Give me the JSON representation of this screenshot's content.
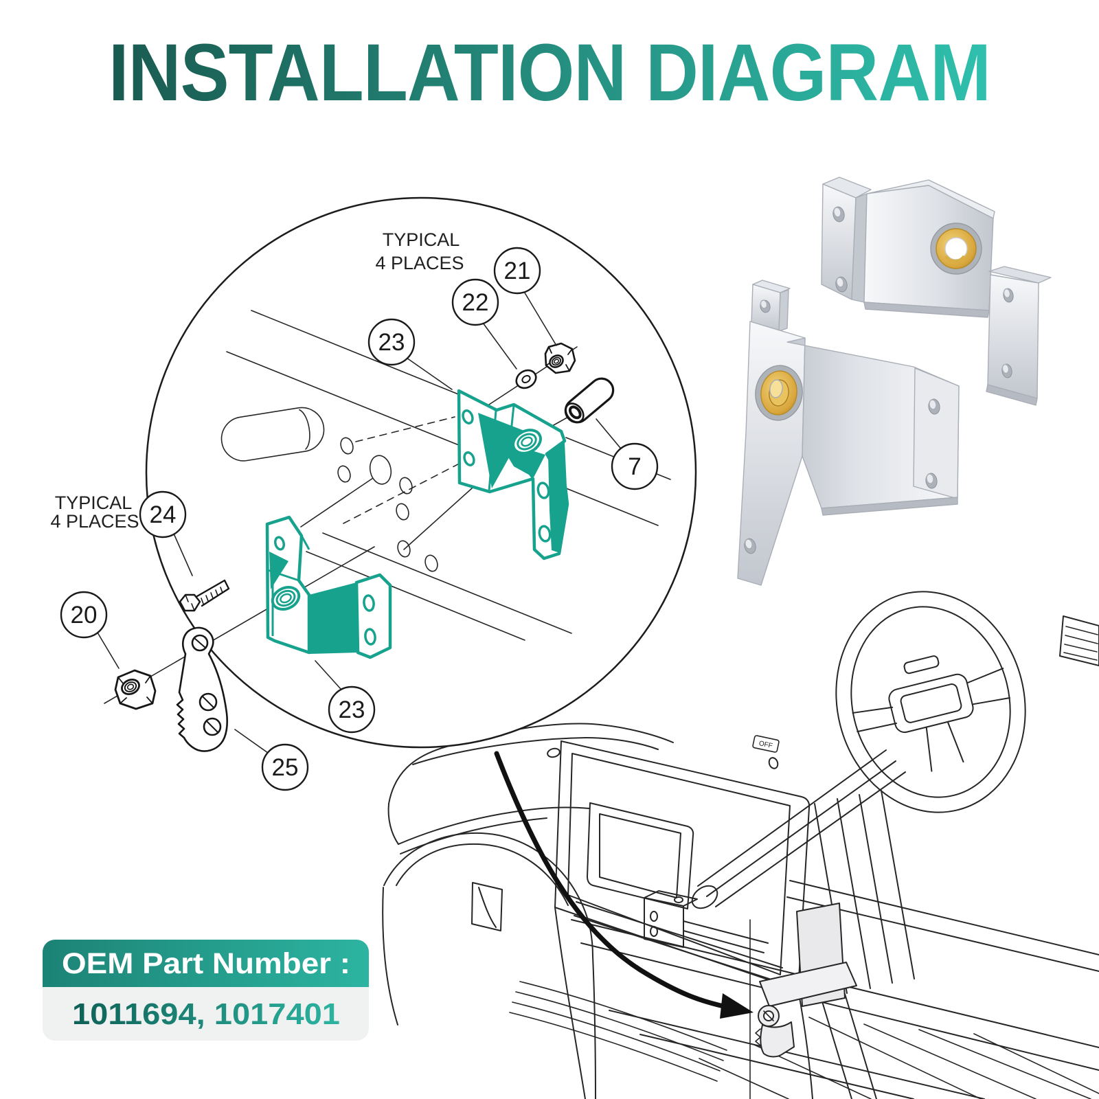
{
  "title": "INSTALLATION DIAGRAM",
  "labels": {
    "typical_top_line1": "TYPICAL",
    "typical_top_line2": "4 PLACES",
    "typical_left_line1": "TYPICAL",
    "typical_left_line2": "4 PLACES",
    "off_label": "OFF"
  },
  "callouts": [
    {
      "num": "21"
    },
    {
      "num": "22"
    },
    {
      "num": "23"
    },
    {
      "num": "7"
    },
    {
      "num": "24"
    },
    {
      "num": "20"
    },
    {
      "num": "23"
    },
    {
      "num": "25"
    }
  ],
  "badge": {
    "header": "OEM Part Number :",
    "numbers": "1011694, 1017401"
  },
  "colors": {
    "teal": "#17A28E",
    "line": "#262626",
    "title_dark": "#1A5A50",
    "title_light": "#2FC0AD",
    "badge_header_start": "#1C8376",
    "badge_header_end": "#2DB4A1",
    "badge_body_bg": "#EFF2F1",
    "num_dark": "#0E6055",
    "num_light": "#2DB4A1",
    "brass": "#D8A63C",
    "brass_light": "#F2D27A",
    "metal_light": "#F7F8FA",
    "metal_mid": "#DFE2E7",
    "metal_dark": "#C2C6CE"
  }
}
